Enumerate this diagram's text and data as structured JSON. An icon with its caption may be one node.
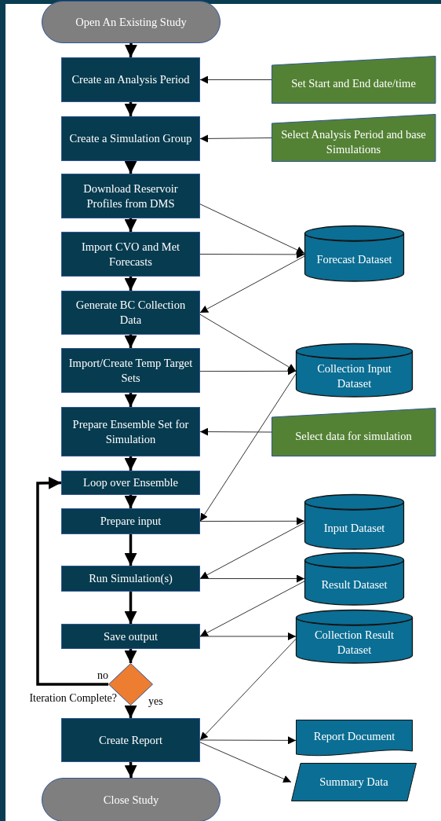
{
  "diagram": {
    "nodes": [
      {
        "text": [
          "Open An Existing Study"
        ]
      },
      {
        "text": [
          "Create an Analysis Period"
        ]
      },
      {
        "text": [
          "Create a Simulation Group"
        ]
      },
      {
        "text": [
          "Download Reservoir Profiles from DMS"
        ]
      },
      {
        "text": [
          "Import CVO and Met Forecasts"
        ]
      },
      {
        "text": [
          "Generate BC Collection Data"
        ]
      },
      {
        "text": [
          "Import/Create Temp Target Sets"
        ]
      },
      {
        "text": [
          "Prepare Ensemble Set for Simulation"
        ]
      },
      {
        "text": [
          "Loop over Ensemble"
        ]
      },
      {
        "text": [
          "Prepare input"
        ]
      },
      {
        "text": [
          "Run Simulation(s)"
        ]
      },
      {
        "text": [
          "Save output"
        ]
      },
      {
        "text": [
          "Iteration Complete?"
        ]
      },
      {
        "text": [
          "Create Report"
        ]
      },
      {
        "text": [
          "Close Study"
        ]
      },
      {
        "text": [
          "Set Start and End date/time"
        ]
      },
      {
        "text": [
          "Select Analysis Period and base Simulations"
        ]
      },
      {
        "text": [
          "Forecast Dataset"
        ]
      },
      {
        "text": [
          "Collection Input Dataset"
        ]
      },
      {
        "text": [
          "Select data for simulation"
        ]
      },
      {
        "text": [
          "Input Dataset"
        ]
      },
      {
        "text": [
          "Result Dataset"
        ]
      },
      {
        "text": [
          "Collection Result Dataset"
        ]
      },
      {
        "text": [
          "Report Document"
        ]
      },
      {
        "text": [
          "Summary Data"
        ]
      }
    ],
    "edges": [
      {
        "from": 0,
        "to": 1,
        "arrow": "to",
        "style": "thick"
      },
      {
        "from": 1,
        "to": 2,
        "arrow": "to",
        "style": "thick"
      },
      {
        "from": 2,
        "to": 3,
        "arrow": "to",
        "style": "thick"
      },
      {
        "from": 3,
        "to": 4,
        "arrow": "to",
        "style": "thick"
      },
      {
        "from": 4,
        "to": 5,
        "arrow": "to",
        "style": "thick"
      },
      {
        "from": 5,
        "to": 6,
        "arrow": "to",
        "style": "thick"
      },
      {
        "from": 6,
        "to": 7,
        "arrow": "to",
        "style": "thick"
      },
      {
        "from": 7,
        "to": 8,
        "arrow": "to",
        "style": "thick"
      },
      {
        "from": 8,
        "to": 9,
        "arrow": "to",
        "style": "thick"
      },
      {
        "from": 9,
        "to": 10,
        "arrow": "to",
        "style": "thick"
      },
      {
        "from": 10,
        "to": 11,
        "arrow": "to",
        "style": "thick"
      },
      {
        "from": 11,
        "to": 12,
        "arrow": "to",
        "style": "thick"
      },
      {
        "from": 12,
        "to": 13,
        "arrow": "to",
        "style": "thick",
        "label": "yes"
      },
      {
        "from": 12,
        "to": 8,
        "arrow": "to",
        "style": "thick",
        "label": "no"
      },
      {
        "from": 13,
        "to": 14,
        "arrow": "to",
        "style": "thick"
      },
      {
        "from": 15,
        "to": 1,
        "arrow": "to"
      },
      {
        "from": 16,
        "to": 2,
        "arrow": "to"
      },
      {
        "from": 19,
        "to": 7,
        "arrow": "to"
      },
      {
        "from": 3,
        "to": 17,
        "arrow": "to"
      },
      {
        "from": 4,
        "to": 17,
        "arrow": "to"
      },
      {
        "from": 17,
        "to": 5,
        "arrow": "to"
      },
      {
        "from": 5,
        "to": 18,
        "arrow": "to"
      },
      {
        "from": 6,
        "to": 18,
        "arrow": "to"
      },
      {
        "from": 18,
        "to": 9,
        "arrow": "to"
      },
      {
        "from": 9,
        "to": 20,
        "arrow": "to"
      },
      {
        "from": 20,
        "to": 10,
        "arrow": "to"
      },
      {
        "from": 10,
        "to": 21,
        "arrow": "to"
      },
      {
        "from": 21,
        "to": 11,
        "arrow": "to"
      },
      {
        "from": 11,
        "to": 22,
        "arrow": "to"
      },
      {
        "from": 22,
        "to": 13,
        "arrow": "to"
      },
      {
        "from": 13,
        "to": 23,
        "arrow": "to"
      },
      {
        "from": 13,
        "to": 24,
        "arrow": "to"
      }
    ]
  }
}
